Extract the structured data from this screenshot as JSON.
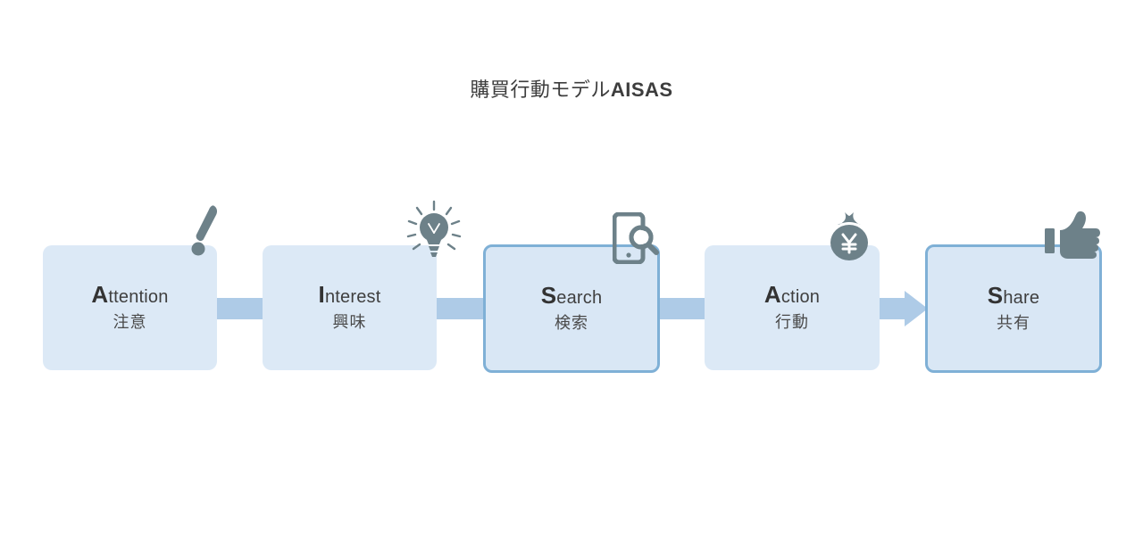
{
  "title": {
    "japanese": "購買行動モデル",
    "english": "AISAS"
  },
  "colors": {
    "box_fill": "#dce9f6",
    "box_border": "#7fb0d6",
    "connector": "#aecbe7",
    "icon": "#6d8189",
    "text": "#3f3f3f",
    "background": "#ffffff"
  },
  "stages": [
    {
      "initial": "A",
      "rest": "ttention",
      "english": "Attention",
      "japanese": "注意",
      "icon": "exclamation-mark-icon",
      "highlighted": false
    },
    {
      "initial": "I",
      "rest": "nterest",
      "english": "Interest",
      "japanese": "興味",
      "icon": "lightbulb-icon",
      "highlighted": false
    },
    {
      "initial": "S",
      "rest": "earch",
      "english": "Search",
      "japanese": "検索",
      "icon": "smartphone-search-icon",
      "highlighted": true
    },
    {
      "initial": "A",
      "rest": "ction",
      "english": "Action",
      "japanese": "行動",
      "icon": "money-bag-yen-icon",
      "highlighted": false
    },
    {
      "initial": "S",
      "rest": "hare",
      "english": "Share",
      "japanese": "共有",
      "icon": "thumbs-up-icon",
      "highlighted": true
    }
  ],
  "connectors": [
    {
      "from": "Attention",
      "to": "Interest",
      "style": "bar"
    },
    {
      "from": "Interest",
      "to": "Search",
      "style": "bar"
    },
    {
      "from": "Search",
      "to": "Action",
      "style": "bar"
    },
    {
      "from": "Action",
      "to": "Share",
      "style": "arrow"
    }
  ]
}
